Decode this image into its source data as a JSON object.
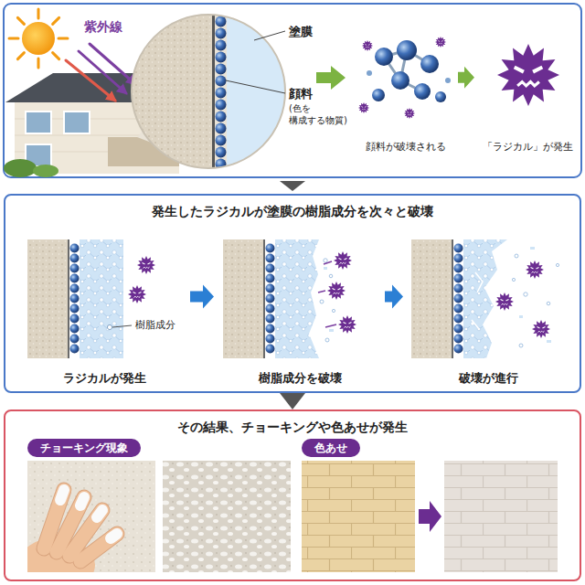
{
  "diagram": {
    "nodes": [
      {
        "text": [
          "顔料が破壊される"
        ]
      },
      {
        "text": [
          "「ラジカル」が発生"
        ]
      },
      {
        "text": [
          "発生したラジカルが塗膜の樹脂成分を次々と破壊"
        ]
      },
      {
        "text": [
          "ラジカルが発生"
        ],
        "in": 2
      },
      {
        "text": [
          "樹脂成分を破壊"
        ],
        "in": 2
      },
      {
        "text": [
          "破壊が進行"
        ],
        "in": 2
      },
      {
        "text": [
          "その結果、チョーキングや色あせが発生"
        ]
      },
      {
        "text": [
          "チョーキング現象"
        ],
        "in": 6
      },
      {
        "text": [
          "色あせ"
        ],
        "in": 6
      }
    ],
    "edges": [
      {
        "from": 0,
        "to": 1,
        "arrow": "to"
      },
      {
        "from": 3,
        "to": 4,
        "arrow": "to"
      },
      {
        "from": 4,
        "to": 5,
        "arrow": "to"
      },
      {
        "from": 2,
        "to": 6,
        "arrow": "to"
      }
    ],
    "labels": [
      "紫外線",
      "塗膜",
      "顔料",
      "(色を 構成する物質)",
      "樹脂成分"
    ]
  }
}
